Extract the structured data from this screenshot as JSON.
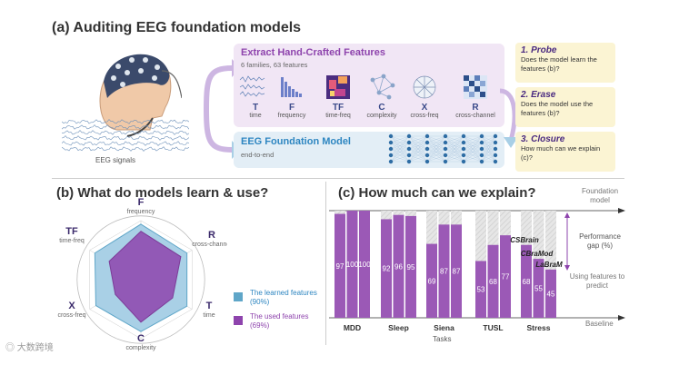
{
  "panel_a": {
    "title": "(a) Auditing EEG foundation models",
    "eeg_label": "EEG signals",
    "extract_box": {
      "title": "Extract Hand-Crafted Features",
      "subtitle": "6 families, 63 features",
      "families": [
        {
          "letter": "T",
          "name": "time"
        },
        {
          "letter": "F",
          "name": "frequency"
        },
        {
          "letter": "TF",
          "name": "time-freq"
        },
        {
          "letter": "C",
          "name": "complexity"
        },
        {
          "letter": "X",
          "name": "cross-freq"
        },
        {
          "letter": "R",
          "name": "cross-channel"
        }
      ]
    },
    "model_box": {
      "title": "EEG Foundation Model",
      "subtitle": "end-to-end"
    },
    "steps": [
      {
        "title": "1. Probe",
        "text": "Does the model learn the features (b)?"
      },
      {
        "title": "2. Erase",
        "text": "Does the model use the features (b)?"
      },
      {
        "title": "3. Closure",
        "text": "How much can we explain (c)?"
      }
    ]
  },
  "panel_b": {
    "title": "(b) What do models learn & use?",
    "axes": [
      {
        "letter": "F",
        "name": "frequency"
      },
      {
        "letter": "R",
        "name": "cross-channel"
      },
      {
        "letter": "T",
        "name": "time"
      },
      {
        "letter": "C",
        "name": "complexity"
      },
      {
        "letter": "X",
        "name": "cross-freq"
      },
      {
        "letter": "TF",
        "name": "time-freq"
      }
    ],
    "legend": [
      {
        "label": "The learned features (90%)",
        "color": "#5fa6c8"
      },
      {
        "label": "The used features (69%)",
        "color": "#8e44ad"
      }
    ],
    "learned": [
      0.94,
      0.9,
      0.9,
      0.88,
      0.88,
      0.9
    ],
    "used": [
      0.82,
      0.78,
      0.62,
      0.72,
      0.5,
      0.62
    ]
  },
  "panel_c": {
    "title": "(c) How much can we explain?",
    "top_label": "Foundation model",
    "gap_label": "Performance gap (%)",
    "predict_label": "Using features to predict",
    "baseline_label": "Baseline",
    "xlabel": "Tasks",
    "model_names": [
      "CSBrain",
      "CBraMod",
      "LaBraM"
    ]
  },
  "chart_data": {
    "type": "bar",
    "title": "(c) How much can we explain?",
    "xlabel": "Tasks",
    "categories": [
      "MDD",
      "Sleep",
      "Siena",
      "TUSL",
      "Stress"
    ],
    "series": [
      {
        "name": "CSBrain",
        "values": [
          97,
          92,
          69,
          53,
          68
        ]
      },
      {
        "name": "CBraMod",
        "values": [
          100,
          96,
          87,
          68,
          55
        ]
      },
      {
        "name": "LaBraM",
        "values": [
          100,
          95,
          87,
          77,
          45
        ]
      }
    ],
    "ylim": [
      0,
      100
    ]
  },
  "watermark": "大数跨境",
  "colors": {
    "purple": "#9b59b6",
    "blue": "#2e86c1",
    "gap": "#dddddd"
  }
}
